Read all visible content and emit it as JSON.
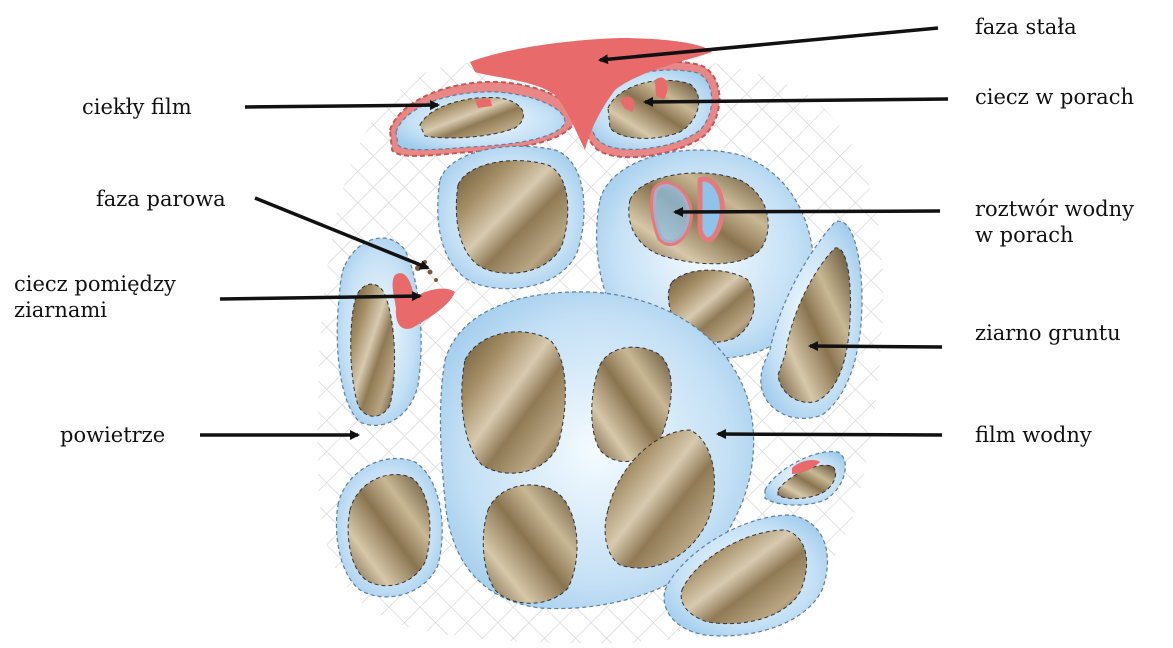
{
  "labels": {
    "faza_stala": "faza stała",
    "ciekly_film": "ciekły film",
    "ciecz_w_porach": "ciecz w porach",
    "faza_parowa": "faza parowa",
    "roztwor_wodny_line1": "roztwór wodny",
    "roztwor_wodny_line2": "w porach",
    "ciecz_pomiedzy_line1": "ciecz pomiędzy",
    "ciecz_pomiedzy_line2": "ziarnami",
    "ziarno_gruntu": "ziarno gruntu",
    "powietrze": "powietrze",
    "film_wodny": "film wodny"
  },
  "colors": {
    "water_film": "#bcdcf2",
    "water_film_edge": "#7fb6e0",
    "grain": "#8f7a55",
    "grain_light": "#cbbb99",
    "grain_dark": "#5c4a30",
    "solid_phase": "#e86a6a",
    "air_grid": "#cfcfcf",
    "arrow": "#111111"
  }
}
